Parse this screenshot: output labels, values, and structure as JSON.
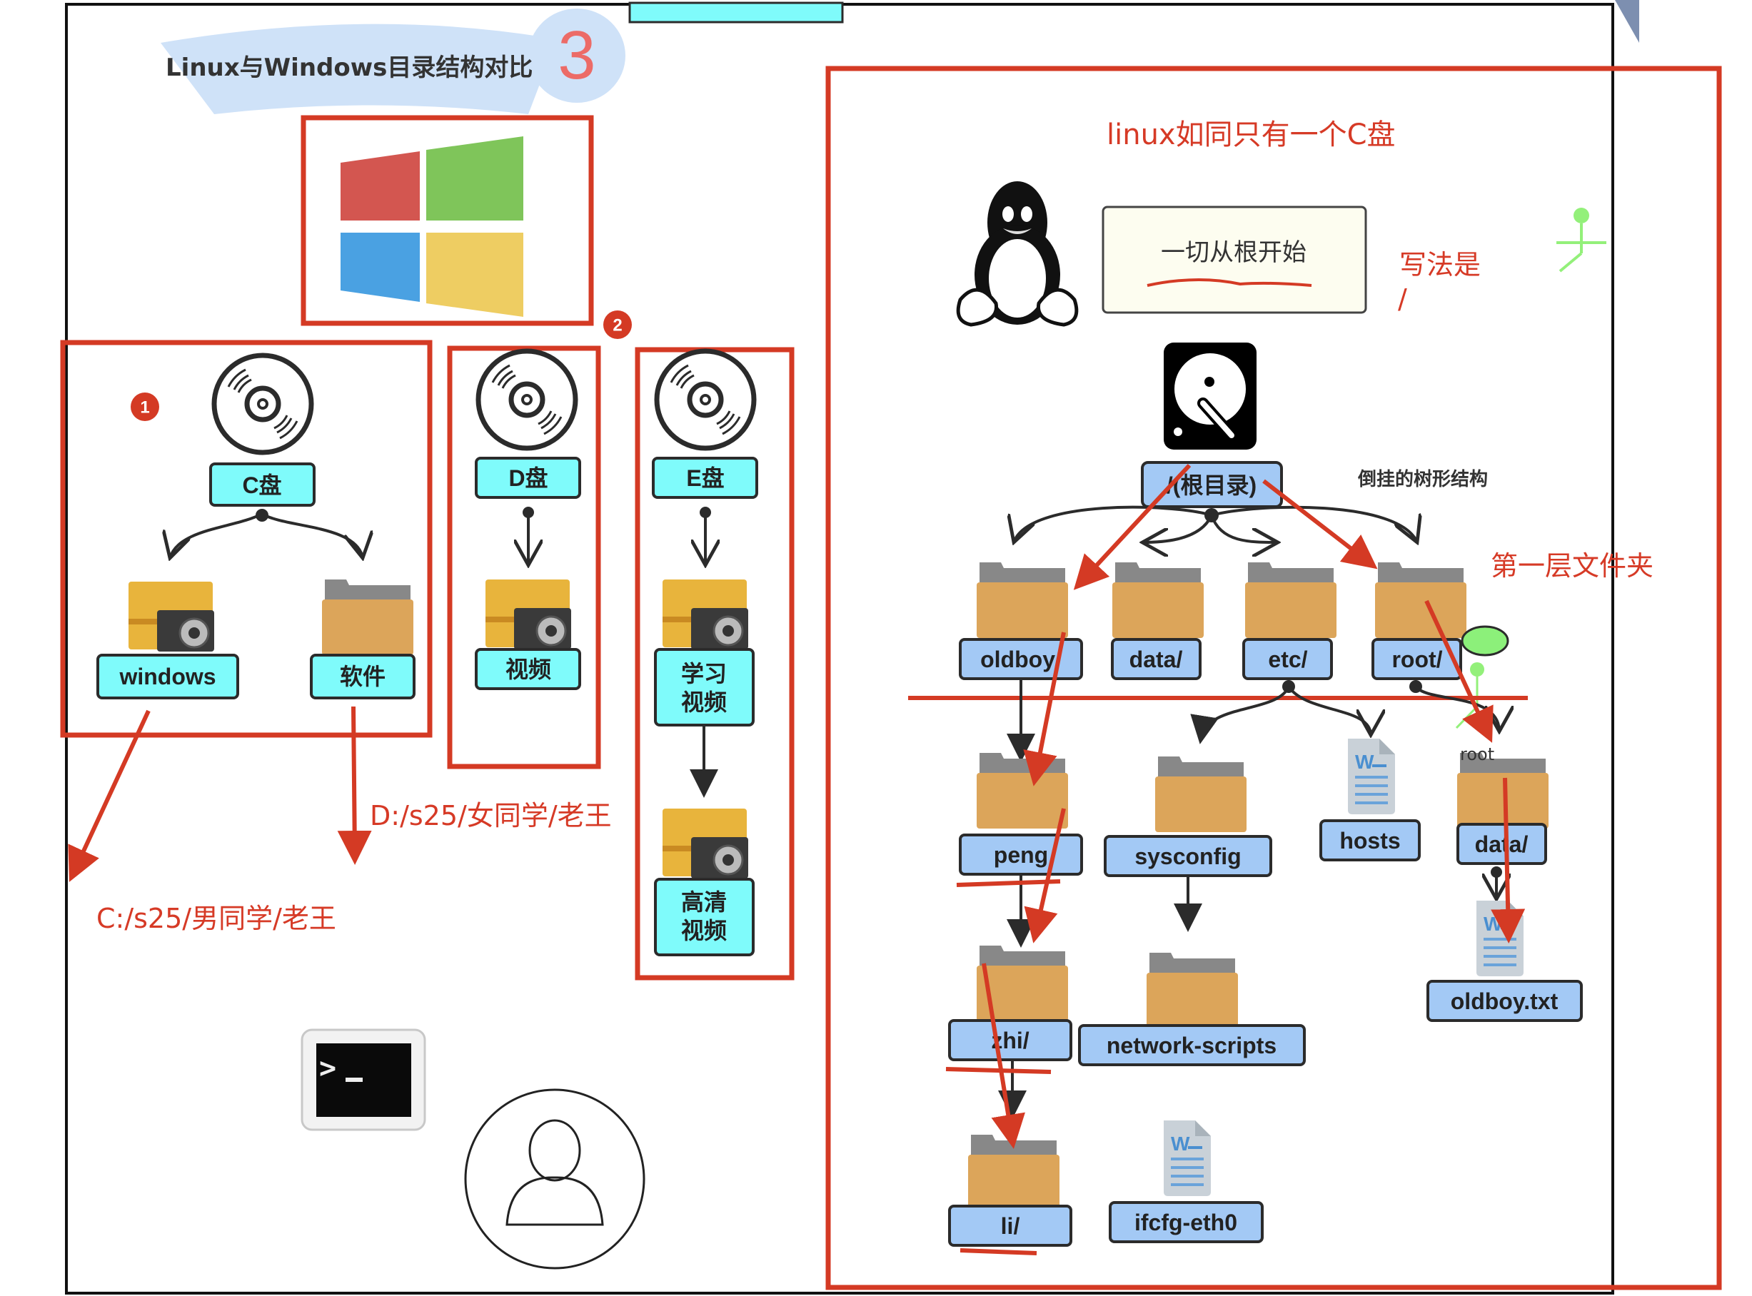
{
  "title": {
    "text": "Linux与Windows目录结构对比",
    "step_number": "3"
  },
  "badges": {
    "one": "1",
    "two": "2"
  },
  "windows": {
    "drives": [
      {
        "label": "C盘",
        "children": [
          "windows",
          "软件"
        ]
      },
      {
        "label": "D盘",
        "children": [
          "视频"
        ]
      },
      {
        "label": "E盘",
        "children": [
          "学习视频",
          "高清视频"
        ]
      }
    ],
    "e_child_1_lines": [
      "学习",
      "视频"
    ],
    "e_child_2_lines": [
      "高清",
      "视频"
    ],
    "path_notes": {
      "c_path": "C:/s25/男同学/老王",
      "d_path": "D:/s25/女同学/老王"
    }
  },
  "linux": {
    "heading": "linux如同只有一个C盘",
    "slogan": "一切从根开始",
    "notation_label": "写法是",
    "notation_value": "/",
    "tree_caption": "倒挂的树形结构",
    "first_level_caption": "第一层文件夹",
    "root_label": "/(根目录)",
    "first_level": [
      "oldboy/",
      "data/",
      "etc/",
      "root/"
    ],
    "oldboy_chain": [
      "peng",
      "zhi/",
      "li/"
    ],
    "etc_children": [
      "sysconfig",
      "hosts"
    ],
    "sysconfig_child": "network-scripts",
    "network_scripts_file": "ifcfg-eth0",
    "root_child_folder_tag": "root",
    "root_child": "data/",
    "root_data_file": "oldboy.txt"
  },
  "colors": {
    "annotation_red": "#d43a24",
    "node_cyan": "#7ffbfb",
    "node_blue": "#a3c9f5",
    "slogan_bg": "#fdfdf0",
    "title_banner": "#cfe2f8",
    "step_number": "#ec6b67"
  }
}
